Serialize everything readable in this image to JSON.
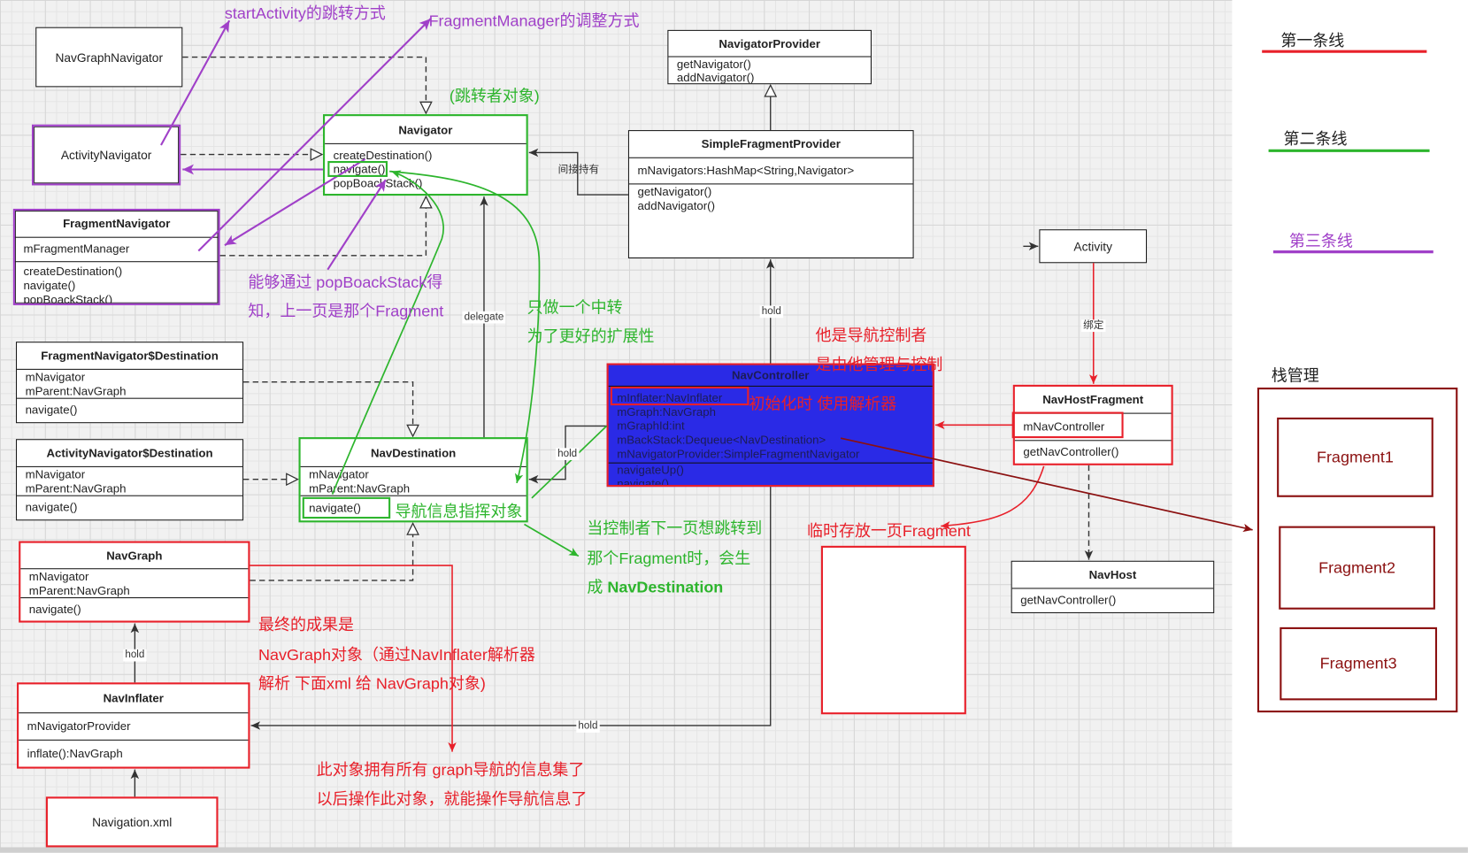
{
  "classes": {
    "nav_graph_navigator": {
      "title": "NavGraphNavigator"
    },
    "activity_navigator": {
      "title": "ActivityNavigator"
    },
    "fragment_navigator": {
      "title": "FragmentNavigator",
      "fields": [
        "mFragmentManager"
      ],
      "methods": [
        "createDestination()",
        "navigate()",
        "popBoackStack()"
      ]
    },
    "navigator": {
      "title": "Navigator",
      "methods": [
        "createDestination()",
        "navigate()",
        "popBoackStack()"
      ]
    },
    "navigator_provider": {
      "title": "NavigatorProvider",
      "methods": [
        "getNavigator()",
        "addNavigator()"
      ]
    },
    "simple_fragment_provider": {
      "title": "SimpleFragmentProvider",
      "fields": [
        "mNavigators:HashMap<String,Navigator>"
      ],
      "methods": [
        "getNavigator()",
        "addNavigator()"
      ]
    },
    "fragment_navigator_destination": {
      "title": "FragmentNavigator$Destination",
      "fields": [
        "mNavigator",
        "mParent:NavGraph"
      ],
      "methods": [
        "navigate()"
      ]
    },
    "activity_navigator_destination": {
      "title": "ActivityNavigator$Destination",
      "fields": [
        "mNavigator",
        "mParent:NavGraph"
      ],
      "methods": [
        "navigate()"
      ]
    },
    "nav_destination": {
      "title": "NavDestination",
      "fields": [
        "mNavigator",
        "mParent:NavGraph"
      ],
      "methods": [
        "navigate()"
      ]
    },
    "nav_graph": {
      "title": "NavGraph",
      "fields": [
        "mNavigator",
        "mParent:NavGraph"
      ],
      "methods": [
        "navigate()"
      ]
    },
    "nav_inflater": {
      "title": "NavInflater",
      "fields": [
        "mNavigatorProvider"
      ],
      "methods": [
        "inflate():NavGraph"
      ]
    },
    "navigation_xml": {
      "title": "Navigation.xml"
    },
    "nav_controller": {
      "title": "NavController",
      "fields": [
        "mInflater:NavInflater",
        "mGraph:NavGraph",
        "mGraphId:int",
        "mBackStack:Dequeue<NavDestination>",
        "mNavigatorProvider:SimpleFragmentNavigator"
      ],
      "methods": [
        "navigateUp()",
        "navigate()"
      ]
    },
    "activity": {
      "title": "Activity"
    },
    "nav_host_fragment": {
      "title": "NavHostFragment",
      "fields": [
        "mNavController"
      ],
      "methods": [
        "getNavController()"
      ]
    },
    "nav_host": {
      "title": "NavHost",
      "methods": [
        "getNavController()"
      ]
    }
  },
  "edges": {
    "indirect_hold": "间接持有",
    "delegate": "delegate",
    "hold_provider": "hold",
    "hold_destination": "hold",
    "hold_graph": "hold",
    "hold_inflater": "hold",
    "bind": "绑定"
  },
  "annotations": {
    "start_activity": "startActivity的跳转方式",
    "fragment_manager": "FragmentManager的调整方式",
    "jumper": "(跳转者对象)",
    "pop_back_stack": [
      "能够通过 popBoackStack得",
      "知，上一页是那个Fragment"
    ],
    "relay": [
      "只做一个中转",
      "为了更好的扩展性"
    ],
    "controller": [
      "他是导航控制者",
      "是由他管理与控制"
    ],
    "init_parser": "初始化时 使用解析器",
    "nav_info": "导航信息指挥对象",
    "next_page": {
      "lines": [
        "当控制者下一页想跳转到",
        "那个Fragment时，会生"
      ],
      "last_prefix": "成 ",
      "last_bold": "NavDestination"
    },
    "temp_store": "临时存放一页Fragment",
    "result": [
      "最终的成果是",
      "NavGraph对象（通过NavInflater解析器",
      "解析 下面xml 给 NavGraph对象)"
    ],
    "graph_info": [
      "此对象拥有所有 graph导航的信息集了",
      "以后操作此对象，就能操作导航信息了"
    ]
  },
  "legend": {
    "first": "第一条线",
    "second": "第二条线",
    "third": "第三条线"
  },
  "stack": {
    "title": "栈管理",
    "items": [
      "Fragment1",
      "Fragment2",
      "Fragment3"
    ]
  },
  "colors": {
    "purple": "#a040c8",
    "green": "#2db52d",
    "red": "#e8202a",
    "dark_red": "#8b1010",
    "nav_controller_fill": "#2a2ae6"
  }
}
